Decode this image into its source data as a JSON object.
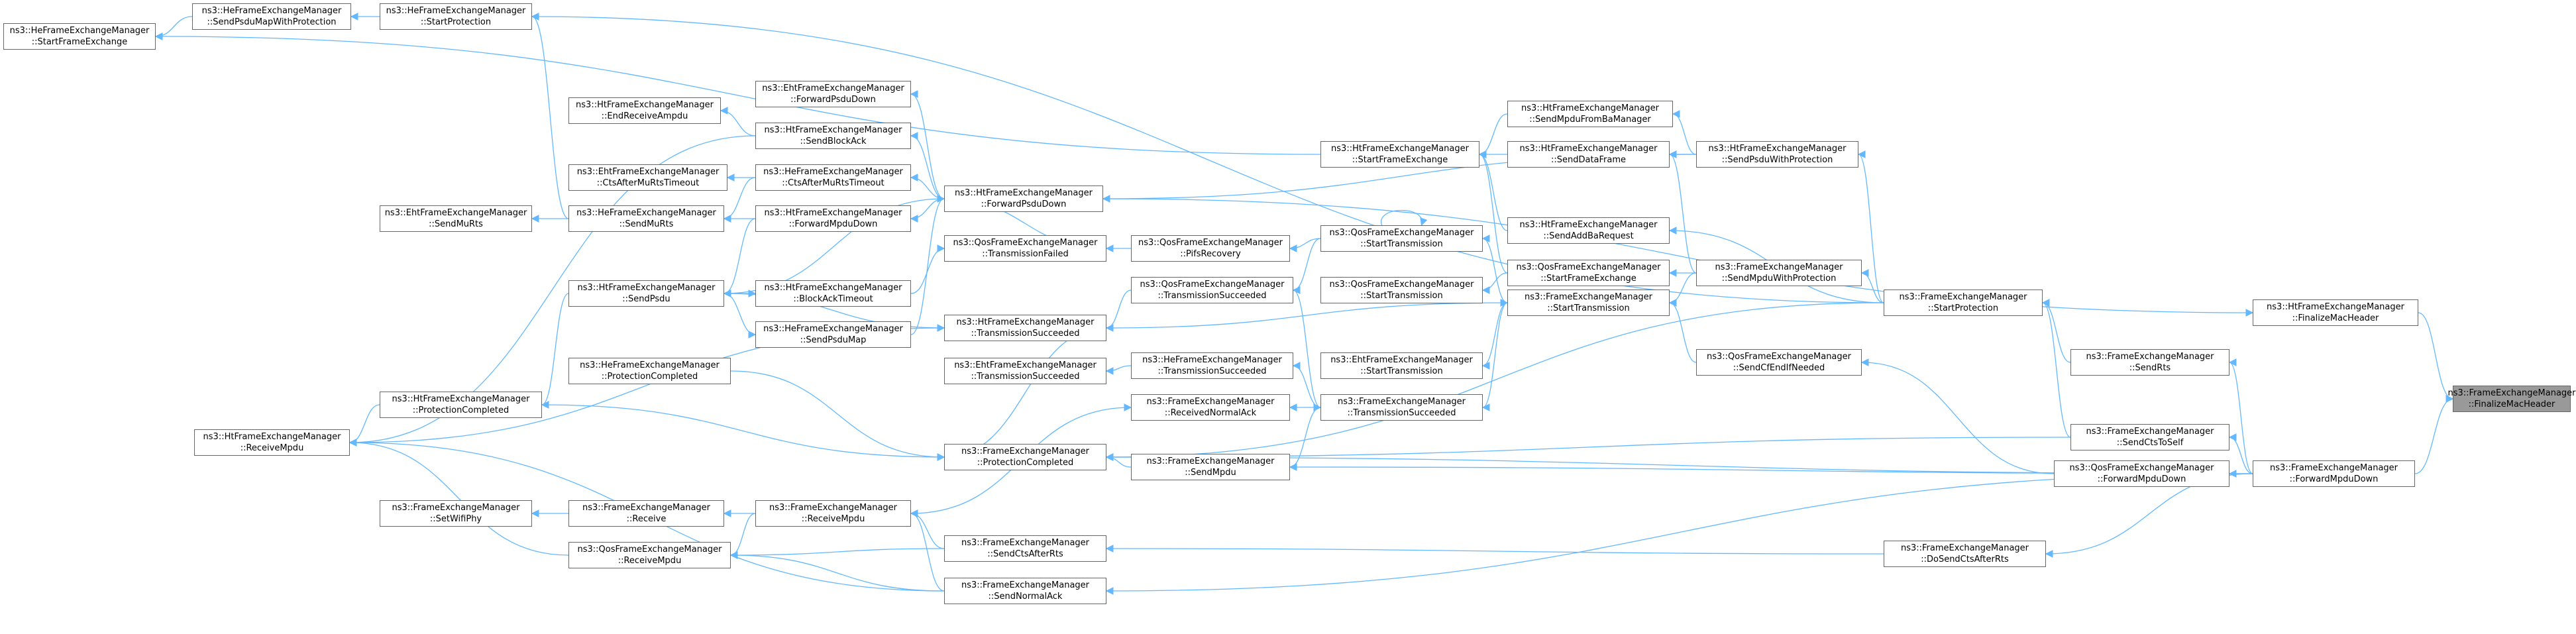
{
  "colors": {
    "edge": "#63b8ff",
    "node_border": "#666666",
    "root_fill": "#999999",
    "node_fill": "#ffffff"
  },
  "root": "n_finalize",
  "nodes": [
    {
      "id": "n_finalize",
      "l1": "ns3::FrameExchangeManager",
      "l2": "::FinalizeMacHeader"
    },
    {
      "id": "n_he_startfe",
      "l1": "ns3::HeFrameExchangeManager",
      "l2": "::StartFrameExchange"
    },
    {
      "id": "n_he_sendpsdumapwp",
      "l1": "ns3::HeFrameExchangeManager",
      "l2": "::SendPsduMapWithProtection"
    },
    {
      "id": "n_he_startprot",
      "l1": "ns3::HeFrameExchangeManager",
      "l2": "::StartProtection"
    },
    {
      "id": "n_eht_fwdpsdu",
      "l1": "ns3::EhtFrameExchangeManager",
      "l2": "::ForwardPsduDown"
    },
    {
      "id": "n_ht_endrxampdu",
      "l1": "ns3::HtFrameExchangeManager",
      "l2": "::EndReceiveAmpdu"
    },
    {
      "id": "n_ht_sendblockack",
      "l1": "ns3::HtFrameExchangeManager",
      "l2": "::SendBlockAck"
    },
    {
      "id": "n_eht_ctsmurts",
      "l1": "ns3::EhtFrameExchangeManager",
      "l2": "::CtsAfterMuRtsTimeout"
    },
    {
      "id": "n_he_ctsmurts",
      "l1": "ns3::HeFrameExchangeManager",
      "l2": "::CtsAfterMuRtsTimeout"
    },
    {
      "id": "n_eht_sendmurts",
      "l1": "ns3::EhtFrameExchangeManager",
      "l2": "::SendMuRts"
    },
    {
      "id": "n_he_sendmurts",
      "l1": "ns3::HeFrameExchangeManager",
      "l2": "::SendMuRts"
    },
    {
      "id": "n_ht_fwdmpdu",
      "l1": "ns3::HtFrameExchangeManager",
      "l2": "::ForwardMpduDown"
    },
    {
      "id": "n_ht_fwdpsdu",
      "l1": "ns3::HtFrameExchangeManager",
      "l2": "::ForwardPsduDown"
    },
    {
      "id": "n_ht_sendpsdu",
      "l1": "ns3::HtFrameExchangeManager",
      "l2": "::SendPsdu"
    },
    {
      "id": "n_ht_blockacktimeout",
      "l1": "ns3::HtFrameExchangeManager",
      "l2": "::BlockAckTimeout"
    },
    {
      "id": "n_he_sendpsdumap",
      "l1": "ns3::HeFrameExchangeManager",
      "l2": "::SendPsduMap"
    },
    {
      "id": "n_he_protcompleted",
      "l1": "ns3::HeFrameExchangeManager",
      "l2": "::ProtectionCompleted"
    },
    {
      "id": "n_ht_protcompleted",
      "l1": "ns3::HtFrameExchangeManager",
      "l2": "::ProtectionCompleted"
    },
    {
      "id": "n_ht_receivempdu",
      "l1": "ns3::HtFrameExchangeManager",
      "l2": "::ReceiveMpdu"
    },
    {
      "id": "n_fem_setwifiphy",
      "l1": "ns3::FrameExchangeManager",
      "l2": "::SetWifiPhy"
    },
    {
      "id": "n_fem_receive",
      "l1": "ns3::FrameExchangeManager",
      "l2": "::Receive"
    },
    {
      "id": "n_qos_receivempdu",
      "l1": "ns3::QosFrameExchangeManager",
      "l2": "::ReceiveMpdu"
    },
    {
      "id": "n_fem_receivempdu",
      "l1": "ns3::FrameExchangeManager",
      "l2": "::ReceiveMpdu"
    },
    {
      "id": "n_qos_txfailed",
      "l1": "ns3::QosFrameExchangeManager",
      "l2": "::TransmissionFailed"
    },
    {
      "id": "n_ht_txsucceeded",
      "l1": "ns3::HtFrameExchangeManager",
      "l2": "::TransmissionSucceeded"
    },
    {
      "id": "n_eht_txsucceeded",
      "l1": "ns3::EhtFrameExchangeManager",
      "l2": "::TransmissionSucceeded"
    },
    {
      "id": "n_fem_protcompleted",
      "l1": "ns3::FrameExchangeManager",
      "l2": "::ProtectionCompleted"
    },
    {
      "id": "n_fem_sendctsafterrts",
      "l1": "ns3::FrameExchangeManager",
      "l2": "::SendCtsAfterRts"
    },
    {
      "id": "n_fem_sendnormalack",
      "l1": "ns3::FrameExchangeManager",
      "l2": "::SendNormalAck"
    },
    {
      "id": "n_qos_pifsrecovery",
      "l1": "ns3::QosFrameExchangeManager",
      "l2": "::PifsRecovery"
    },
    {
      "id": "n_qos_txsucceeded",
      "l1": "ns3::QosFrameExchangeManager",
      "l2": "::TransmissionSucceeded"
    },
    {
      "id": "n_he_txsucceeded",
      "l1": "ns3::HeFrameExchangeManager",
      "l2": "::TransmissionSucceeded"
    },
    {
      "id": "n_fem_rxnormalack",
      "l1": "ns3::FrameExchangeManager",
      "l2": "::ReceivedNormalAck"
    },
    {
      "id": "n_fem_sendmpdu",
      "l1": "ns3::FrameExchangeManager",
      "l2": "::SendMpdu"
    },
    {
      "id": "n_ht_startfe",
      "l1": "ns3::HtFrameExchangeManager",
      "l2": "::StartFrameExchange"
    },
    {
      "id": "n_qos_starttx_a",
      "l1": "ns3::QosFrameExchangeManager",
      "l2": "::StartTransmission"
    },
    {
      "id": "n_qos_starttx_b",
      "l1": "ns3::QosFrameExchangeManager",
      "l2": "::StartTransmission"
    },
    {
      "id": "n_eht_starttx",
      "l1": "ns3::EhtFrameExchangeManager",
      "l2": "::StartTransmission"
    },
    {
      "id": "n_fem_starttx",
      "l1": "ns3::FrameExchangeManager",
      "l2": "::StartTransmission"
    },
    {
      "id": "n_fem_txsucceeded",
      "l1": "ns3::FrameExchangeManager",
      "l2": "::TransmissionSucceeded"
    },
    {
      "id": "n_ht_sendmpdufromba",
      "l1": "ns3::HtFrameExchangeManager",
      "l2": "::SendMpduFromBaManager"
    },
    {
      "id": "n_ht_senddataframe",
      "l1": "ns3::HtFrameExchangeManager",
      "l2": "::SendDataFrame"
    },
    {
      "id": "n_ht_sendaddba",
      "l1": "ns3::HtFrameExchangeManager",
      "l2": "::SendAddBaRequest"
    },
    {
      "id": "n_qos_startfe",
      "l1": "ns3::QosFrameExchangeManager",
      "l2": "::StartFrameExchange"
    },
    {
      "id": "n_ht_sendpsduwp",
      "l1": "ns3::HtFrameExchangeManager",
      "l2": "::SendPsduWithProtection"
    },
    {
      "id": "n_fem_sendmpduwp",
      "l1": "ns3::FrameExchangeManager",
      "l2": "::SendMpduWithProtection"
    },
    {
      "id": "n_qos_sendcfendifneeded",
      "l1": "ns3::QosFrameExchangeManager",
      "l2": "::SendCfEndIfNeeded"
    },
    {
      "id": "n_fem_startprot",
      "l1": "ns3::FrameExchangeManager",
      "l2": "::StartProtection"
    },
    {
      "id": "n_fem_sendrts",
      "l1": "ns3::FrameExchangeManager",
      "l2": "::SendRts"
    },
    {
      "id": "n_fem_sendctstoself",
      "l1": "ns3::FrameExchangeManager",
      "l2": "::SendCtsToSelf"
    },
    {
      "id": "n_qos_fwdmpdu",
      "l1": "ns3::QosFrameExchangeManager",
      "l2": "::ForwardMpduDown"
    },
    {
      "id": "n_fem_docsendcts",
      "l1": "ns3::FrameExchangeManager",
      "l2": "::DoSendCtsAfterRts"
    },
    {
      "id": "n_ht_finalize",
      "l1": "ns3::HtFrameExchangeManager",
      "l2": "::FinalizeMacHeader"
    },
    {
      "id": "n_fem_fwdmpdu",
      "l1": "ns3::FrameExchangeManager",
      "l2": "::ForwardMpduDown"
    }
  ],
  "edges": [
    [
      "n_he_sendpsdumapwp",
      "n_he_startfe"
    ],
    [
      "n_he_startprot",
      "n_he_sendpsdumapwp"
    ],
    [
      "n_fem_startprot",
      "n_he_startprot"
    ],
    [
      "n_ht_startfe",
      "n_he_startfe"
    ],
    [
      "n_ht_finalize",
      "n_finalize"
    ],
    [
      "n_fem_fwdmpdu",
      "n_finalize"
    ],
    [
      "n_ht_fwdpsdu",
      "n_ht_finalize"
    ],
    [
      "n_ht_fwdpsdu",
      "n_eht_fwdpsdu"
    ],
    [
      "n_ht_fwdpsdu",
      "n_ht_sendblockack"
    ],
    [
      "n_ht_fwdpsdu",
      "n_he_ctsmurts"
    ],
    [
      "n_ht_fwdpsdu",
      "n_ht_fwdmpdu"
    ],
    [
      "n_ht_fwdpsdu",
      "n_ht_sendpsdu"
    ],
    [
      "n_ht_sendpsduwp",
      "n_ht_fwdpsdu"
    ],
    [
      "n_ht_sendblockack",
      "n_ht_endrxampdu"
    ],
    [
      "n_ht_sendblockack",
      "n_ht_receivempdu"
    ],
    [
      "n_he_ctsmurts",
      "n_eht_ctsmurts"
    ],
    [
      "n_he_ctsmurts",
      "n_he_sendmurts"
    ],
    [
      "n_he_sendmurts",
      "n_eht_sendmurts"
    ],
    [
      "n_he_sendmurts",
      "n_he_startprot"
    ],
    [
      "n_ht_fwdmpdu",
      "n_he_sendmurts"
    ],
    [
      "n_ht_fwdmpdu",
      "n_ht_sendpsdu"
    ],
    [
      "n_ht_sendpsdu",
      "n_ht_protcompleted"
    ],
    [
      "n_ht_sendpsdu",
      "n_ht_blockacktimeout"
    ],
    [
      "n_ht_sendpsdu",
      "n_he_sendpsdumap"
    ],
    [
      "n_ht_sendpsdu",
      "n_ht_txsucceeded"
    ],
    [
      "n_ht_blockacktimeout",
      "n_qos_txfailed"
    ],
    [
      "n_he_sendpsdumap",
      "n_ht_fwdpsdu"
    ],
    [
      "n_ht_protcompleted",
      "n_ht_receivempdu"
    ],
    [
      "n_ht_protcompleted",
      "n_fem_protcompleted"
    ],
    [
      "n_he_protcompleted",
      "n_fem_protcompleted"
    ],
    [
      "n_ht_txsucceeded",
      "n_ht_receivempdu"
    ],
    [
      "n_ht_txsucceeded",
      "n_fem_starttx"
    ],
    [
      "n_ht_txsucceeded",
      "n_fem_protcompleted"
    ],
    [
      "n_fem_receive",
      "n_fem_setwifiphy"
    ],
    [
      "n_fem_receivempdu",
      "n_fem_receive"
    ],
    [
      "n_fem_receivempdu",
      "n_qos_receivempdu"
    ],
    [
      "n_qos_receivempdu",
      "n_ht_receivempdu"
    ],
    [
      "n_fem_receivempdu",
      "n_fem_rxnormalack"
    ],
    [
      "n_fem_sendctsafterrts",
      "n_fem_receivempdu"
    ],
    [
      "n_fem_sendctsafterrts",
      "n_qos_receivempdu"
    ],
    [
      "n_fem_sendnormalack",
      "n_fem_receivempdu"
    ],
    [
      "n_fem_sendnormalack",
      "n_qos_receivempdu"
    ],
    [
      "n_fem_sendnormalack",
      "n_ht_receivempdu"
    ],
    [
      "n_qos_txfailed",
      "n_ht_fwdpsdu"
    ],
    [
      "n_qos_pifsrecovery",
      "n_qos_txfailed"
    ],
    [
      "n_qos_txsucceeded",
      "n_ht_txsucceeded"
    ],
    [
      "n_he_txsucceeded",
      "n_eht_txsucceeded"
    ],
    [
      "n_fem_txsucceeded",
      "n_fem_rxnormalack"
    ],
    [
      "n_fem_txsucceeded",
      "n_qos_txsucceeded"
    ],
    [
      "n_fem_txsucceeded",
      "n_he_txsucceeded"
    ],
    [
      "n_fem_sendmpdu",
      "n_fem_protcompleted"
    ],
    [
      "n_fem_sendmpdu",
      "n_fem_txsucceeded"
    ],
    [
      "n_qos_starttx_a",
      "n_qos_pifsrecovery"
    ],
    [
      "n_qos_starttx_a",
      "n_qos_txsucceeded"
    ],
    [
      "n_qos_starttx_a",
      "n_qos_starttx_a"
    ],
    [
      "n_fem_starttx",
      "n_qos_starttx_a"
    ],
    [
      "n_fem_starttx",
      "n_eht_starttx"
    ],
    [
      "n_fem_starttx",
      "n_fem_txsucceeded"
    ],
    [
      "n_fem_sendmpduwp",
      "n_fem_starttx"
    ],
    [
      "n_fem_sendmpduwp",
      "n_qos_startfe"
    ],
    [
      "n_fem_sendmpduwp",
      "n_ht_senddataframe"
    ],
    [
      "n_ht_sendmpdufromba",
      "n_ht_startfe"
    ],
    [
      "n_ht_senddataframe",
      "n_ht_startfe"
    ],
    [
      "n_ht_sendaddba",
      "n_ht_startfe"
    ],
    [
      "n_qos_startfe",
      "n_ht_startfe"
    ],
    [
      "n_qos_startfe",
      "n_qos_starttx_b"
    ],
    [
      "n_ht_sendpsduwp",
      "n_ht_sendmpdufromba"
    ],
    [
      "n_ht_sendpsduwp",
      "n_ht_senddataframe"
    ],
    [
      "n_fem_startprot",
      "n_ht_sendpsduwp"
    ],
    [
      "n_fem_startprot",
      "n_fem_sendmpduwp"
    ],
    [
      "n_fem_startprot",
      "n_ht_sendaddba"
    ],
    [
      "n_fem_startprot",
      "n_fem_protcompleted"
    ],
    [
      "n_fem_sendrts",
      "n_fem_startprot"
    ],
    [
      "n_fem_sendctstoself",
      "n_fem_startprot"
    ],
    [
      "n_qos_sendcfendifneeded",
      "n_fem_starttx"
    ],
    [
      "n_qos_fwdmpdu",
      "n_qos_sendcfendifneeded"
    ],
    [
      "n_fem_fwdmpdu",
      "n_fem_sendrts"
    ],
    [
      "n_fem_fwdmpdu",
      "n_fem_sendctstoself"
    ],
    [
      "n_fem_fwdmpdu",
      "n_qos_fwdmpdu"
    ],
    [
      "n_fem_fwdmpdu",
      "n_fem_docsendcts"
    ],
    [
      "n_fem_fwdmpdu",
      "n_fem_sendnormalack"
    ],
    [
      "n_fem_fwdmpdu",
      "n_fem_sendmpdu"
    ],
    [
      "n_fem_fwdmpdu",
      "n_fem_protcompleted"
    ],
    [
      "n_fem_docsendcts",
      "n_fem_sendctsafterrts"
    ],
    [
      "n_fem_sendctstoself",
      "n_fem_protcompleted"
    ]
  ]
}
